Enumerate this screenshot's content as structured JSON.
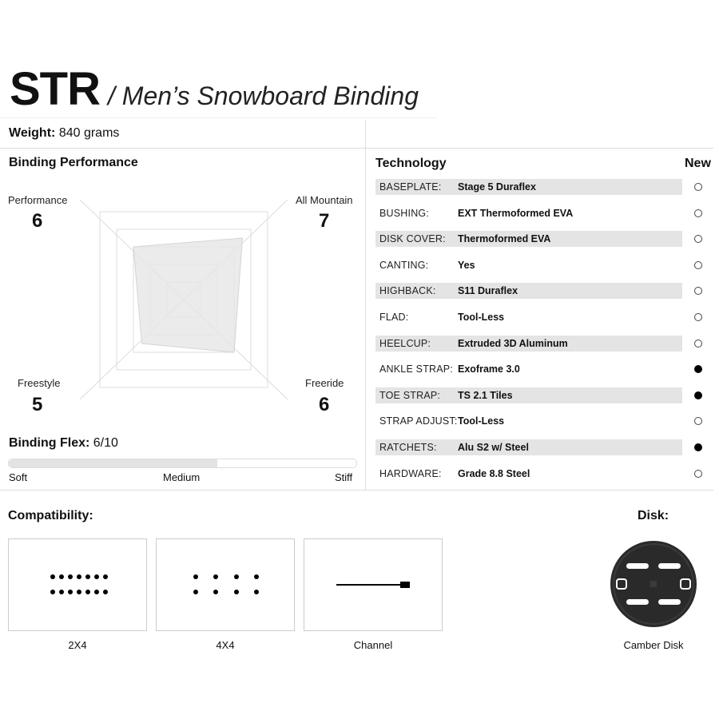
{
  "header": {
    "model": "STR",
    "subtitle": "/ Men’s Snowboard Binding"
  },
  "weight": {
    "label": "Weight:",
    "value": "840 grams"
  },
  "performance": {
    "title": "Binding Performance",
    "axes": [
      {
        "label": "Performance",
        "value": 6
      },
      {
        "label": "All Mountain",
        "value": 7
      },
      {
        "label": "Freestyle",
        "value": 5
      },
      {
        "label": "Freeride",
        "value": 6
      }
    ]
  },
  "flex": {
    "label": "Binding Flex:",
    "value_text": "6/10",
    "value": 6,
    "max": 10,
    "scale": [
      "Soft",
      "Medium",
      "Stiff"
    ]
  },
  "technology": {
    "title": "Technology",
    "new_header": "New",
    "rows": [
      {
        "label": "BASEPLATE:",
        "value": "Stage 5 Duraflex",
        "new": false
      },
      {
        "label": "BUSHING:",
        "value": "EXT Thermoformed EVA",
        "new": false
      },
      {
        "label": "DISK COVER:",
        "value": "Thermoformed EVA",
        "new": false
      },
      {
        "label": "CANTING:",
        "value": "Yes",
        "new": false
      },
      {
        "label": "HIGHBACK:",
        "value": "S11 Duraflex",
        "new": false
      },
      {
        "label": "FLAD:",
        "value": "Tool-Less",
        "new": false
      },
      {
        "label": "HEELCUP:",
        "value": "Extruded 3D Aluminum",
        "new": false
      },
      {
        "label": "ANKLE STRAP:",
        "value": "Exoframe 3.0",
        "new": true
      },
      {
        "label": "TOE STRAP:",
        "value": "TS 2.1 Tiles",
        "new": true
      },
      {
        "label": "STRAP ADJUST:",
        "value": "Tool-Less",
        "new": false
      },
      {
        "label": "RATCHETS:",
        "value": "Alu S2 w/ Steel",
        "new": true
      },
      {
        "label": "HARDWARE:",
        "value": "Grade 8.8 Steel",
        "new": false
      }
    ]
  },
  "compatibility": {
    "title": "Compatibility:",
    "items": [
      {
        "label": "2X4",
        "icon": "2x4-hole-pattern-icon"
      },
      {
        "label": "4X4",
        "icon": "4x4-hole-pattern-icon"
      },
      {
        "label": "Channel",
        "icon": "channel-icon"
      }
    ]
  },
  "disk": {
    "title": "Disk:",
    "label": "Camber Disk",
    "icon": "camber-disk-icon"
  }
}
